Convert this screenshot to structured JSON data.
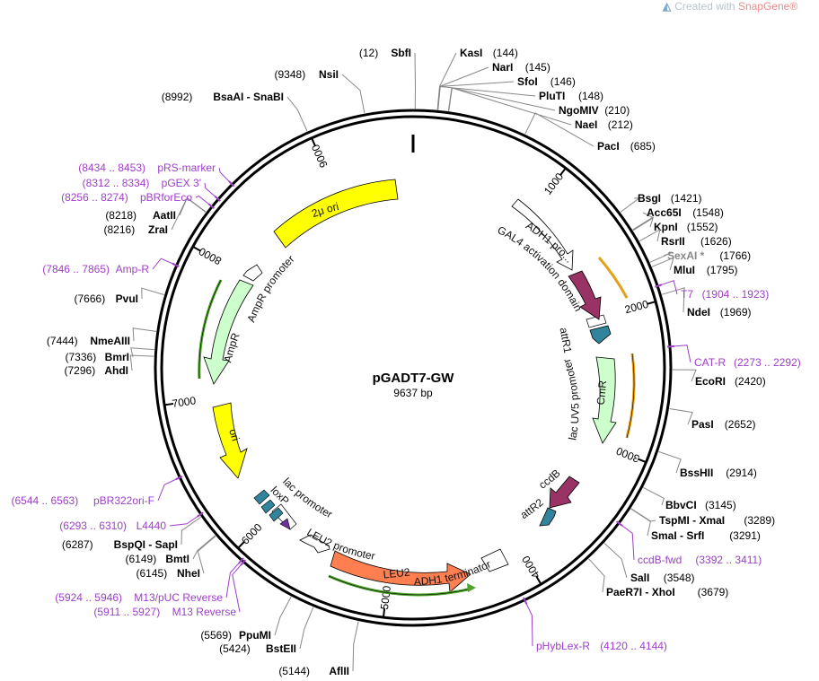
{
  "watermark": {
    "text": "Created with ",
    "brand": "SnapGene®",
    "logo": "snapgene-logo-icon"
  },
  "plasmid": {
    "name": "pGADT7-GW",
    "length_label": "9637 bp",
    "length": 9637
  },
  "ticks": [
    "1000",
    "2000",
    "3000",
    "4000",
    "5000",
    "6000",
    "7000",
    "8000",
    "9000"
  ],
  "sites": [
    {
      "name": "SbfI",
      "pos": "(12)",
      "side": "L",
      "shade": "#000"
    },
    {
      "name": "KasI",
      "pos": "(144)",
      "side": "R",
      "shade": "#000"
    },
    {
      "name": "NarI",
      "pos": "(145)",
      "side": "R",
      "shade": "#000"
    },
    {
      "name": "SfoI",
      "pos": "(146)",
      "side": "R",
      "shade": "#000"
    },
    {
      "name": "PluTI",
      "pos": "(148)",
      "side": "R",
      "shade": "#000"
    },
    {
      "name": "NgoMIV",
      "pos": "(210)",
      "side": "R",
      "shade": "#000"
    },
    {
      "name": "NaeI",
      "pos": "(212)",
      "side": "R",
      "shade": "#000"
    },
    {
      "name": "PacI",
      "pos": "(685)",
      "side": "R",
      "shade": "#000"
    },
    {
      "name": "BsgI",
      "pos": "(1421)",
      "side": "R",
      "shade": "#000"
    },
    {
      "name": "Acc65I",
      "pos": "(1548)",
      "side": "R",
      "shade": "#000"
    },
    {
      "name": "KpnI",
      "pos": "(1552)",
      "side": "R",
      "shade": "#000"
    },
    {
      "name": "RsrII",
      "pos": "(1626)",
      "side": "R",
      "shade": "#000"
    },
    {
      "name": "SexAI *",
      "pos": "(1766)",
      "side": "R",
      "shade": "#888888"
    },
    {
      "name": "MluI",
      "pos": "(1795)",
      "side": "R",
      "shade": "#000"
    },
    {
      "name": "NdeI",
      "pos": "(1969)",
      "side": "R",
      "shade": "#000"
    },
    {
      "name": "EcoRI",
      "pos": "(2420)",
      "side": "R",
      "shade": "#000"
    },
    {
      "name": "PasI",
      "pos": "(2652)",
      "side": "R",
      "shade": "#000"
    },
    {
      "name": "BssHII",
      "pos": "(2914)",
      "side": "R",
      "shade": "#000"
    },
    {
      "name": "BbvCI",
      "pos": "(3145)",
      "side": "R",
      "shade": "#000"
    },
    {
      "name": "TspMI - XmaI",
      "pos": "(3289)",
      "side": "R",
      "shade": "#000"
    },
    {
      "name": "SmaI - SrfI",
      "pos": "(3291)",
      "side": "R",
      "shade": "#000"
    },
    {
      "name": "SalI",
      "pos": "(3548)",
      "side": "R",
      "shade": "#000"
    },
    {
      "name": "PaeR7I - XhoI",
      "pos": "(3679)",
      "side": "R",
      "shade": "#000"
    },
    {
      "name": "AflII",
      "pos": "(5144)",
      "side": "L",
      "shade": "#000"
    },
    {
      "name": "BstEII",
      "pos": "(5424)",
      "side": "L",
      "shade": "#000"
    },
    {
      "name": "PpuMI",
      "pos": "(5569)",
      "side": "L",
      "shade": "#000"
    },
    {
      "name": "NheI",
      "pos": "(6145)",
      "side": "L",
      "shade": "#000"
    },
    {
      "name": "BmtI",
      "pos": "(6149)",
      "side": "L",
      "shade": "#000"
    },
    {
      "name": "BspQI - SapI",
      "pos": "(6287)",
      "side": "L",
      "shade": "#000"
    },
    {
      "name": "AhdI",
      "pos": "(7296)",
      "side": "L",
      "shade": "#000"
    },
    {
      "name": "BmrI",
      "pos": "(7336)",
      "side": "L",
      "shade": "#000"
    },
    {
      "name": "NmeAIII",
      "pos": "(7444)",
      "side": "L",
      "shade": "#000"
    },
    {
      "name": "PvuI",
      "pos": "(7666)",
      "side": "L",
      "shade": "#000"
    },
    {
      "name": "ZraI",
      "pos": "(8216)",
      "side": "L",
      "shade": "#000"
    },
    {
      "name": "AatII",
      "pos": "(8218)",
      "side": "L",
      "shade": "#000"
    },
    {
      "name": "BsaAI - SnaBI",
      "pos": "(8992)",
      "side": "L",
      "shade": "#000"
    },
    {
      "name": "NsiI",
      "pos": "(9348)",
      "side": "L",
      "shade": "#000"
    }
  ],
  "primers": [
    {
      "name": "T7",
      "range": "(1904 .. 1923)",
      "side": "R"
    },
    {
      "name": "CAT-R",
      "range": "(2273 .. 2292)",
      "side": "R"
    },
    {
      "name": "ccdB-fwd",
      "range": "(3392 .. 3411)",
      "side": "R"
    },
    {
      "name": "pHybLex-R",
      "range": "(4120 .. 4144)",
      "side": "R"
    },
    {
      "name": "M13 Reverse",
      "range": "(5911 .. 5927)",
      "side": "L"
    },
    {
      "name": "M13/pUC Reverse",
      "range": "(5924 .. 5946)",
      "side": "L"
    },
    {
      "name": "L4440",
      "range": "(6293 .. 6310)",
      "side": "L"
    },
    {
      "name": "pBR322ori-F",
      "range": "(6544 .. 6563)",
      "side": "L"
    },
    {
      "name": "Amp-R",
      "range": "(7846 .. 7865)",
      "side": "L"
    },
    {
      "name": "pBRforEco",
      "range": "(8256 .. 8274)",
      "side": "L"
    },
    {
      "name": "pGEX 3'",
      "range": "(8312 .. 8334)",
      "side": "L"
    },
    {
      "name": "pRS-marker",
      "range": "(8434 .. 8453)",
      "side": "L"
    }
  ],
  "features": {
    "two_mu_ori": "2μ ori",
    "adh1_promoter": "ADH1 pro...",
    "gal4_ad": "GAL4 activation domain",
    "attr1": "attR1",
    "lacuv5": "lac UV5 promoter",
    "cmr": "CmR",
    "ccdb": "ccdB",
    "attr2": "attR2",
    "adh1_term": "ADH1 terminator",
    "leu2": "LEU2",
    "leu2_promoter": "LEU2 promoter",
    "lac_promoter": "lac promoter",
    "loxp": "loxP",
    "ori": "ori",
    "ampr": "AmpR",
    "ampr_promoter": "AmpR promoter"
  },
  "colors": {
    "backbone": "#000000",
    "primer": "#9d3fc7",
    "ori": "#ffff00",
    "promoter": "#ffffff",
    "ampr": "#ccffcc",
    "leu2": "#ff7f50",
    "gal4": "#993366",
    "attr": "#31849b",
    "orf_line": "#e5a019",
    "green_line": "#4ca32a"
  }
}
